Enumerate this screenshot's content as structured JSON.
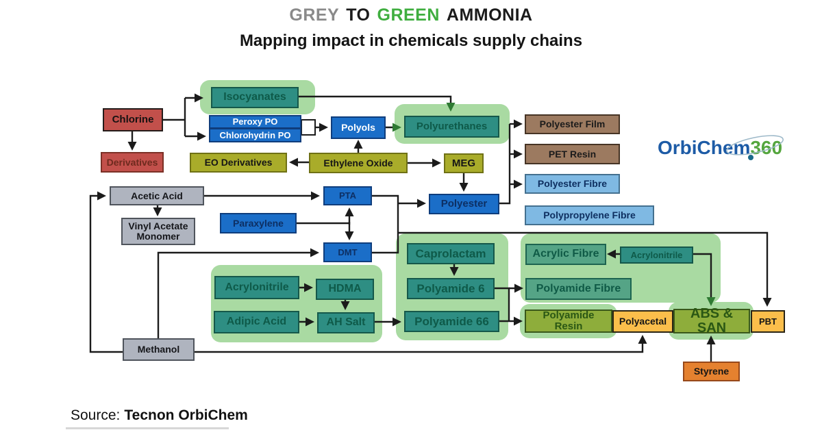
{
  "title": {
    "grey": "GREY",
    "to": "TO",
    "green": "GREEN",
    "ammonia": "AMMONIA",
    "subtitle": "Mapping impact in chemicals supply chains"
  },
  "logo": {
    "name": "OrbiChem",
    "suffix": "360"
  },
  "source": {
    "prefix": "Source:",
    "name": "Tecnon OrbiChem"
  },
  "nodes": {
    "chlorine": "Chlorine",
    "derivatives": "Derivatives",
    "isocyanates": "Isocyanates",
    "peroxy_po": "Peroxy PO",
    "chlorohydrin_po": "Chlorohydrin PO",
    "polyols": "Polyols",
    "polyurethanes": "Polyurethanes",
    "eo_derivatives": "EO Derivatives",
    "ethylene_oxide": "Ethylene Oxide",
    "meg": "MEG",
    "polyester_film": "Polyester Film",
    "pet_resin": "PET Resin",
    "polyester_fibre": "Polyester Fibre",
    "polypropylene_fibre": "Polypropylene Fibre",
    "acetic_acid": "Acetic Acid",
    "vinyl_acetate_monomer": "Vinyl Acetate Monomer",
    "pta": "PTA",
    "paraxylene": "Paraxylene",
    "dmt": "DMT",
    "polyester": "Polyester",
    "caprolactam": "Caprolactam",
    "polyamide_6": "Polyamide 6",
    "polyamide_66": "Polyamide 66",
    "acrylonitrile_left": "Acrylonitrile",
    "hdma": "HDMA",
    "adipic_acid": "Adipic Acid",
    "ah_salt": "AH Salt",
    "acrylic_fibre": "Acrylic Fibre",
    "acrylonitrile_right": "Acrylonitrile",
    "polyamide_fibre": "Polyamide Fibre",
    "polyamide_resin": "Polyamide Resin",
    "polyacetal": "Polyacetal",
    "abs_san": "ABS & SAN",
    "pbt": "PBT",
    "styrene": "Styrene",
    "methanol": "Methanol"
  },
  "palette": {
    "highlight_green": "#a9daa2",
    "teal_node": "#2e8e83",
    "light_teal_node": "#55a486",
    "blue_node": "#1b6ec8",
    "olive_node": "#a9ac2a",
    "brown_node": "#9c7a60",
    "light_blue_node": "#7fb9e3",
    "grey_node": "#afb4bf",
    "red_node": "#c2504b",
    "olive_green_node": "#8ead3b",
    "amber_node": "#fbbe4b",
    "orange_node": "#e5812f",
    "title_grey": "#8a8a8a",
    "title_green": "#3fae3f",
    "logo_blue": "#1d5ba6",
    "logo_green": "#55a63e"
  }
}
